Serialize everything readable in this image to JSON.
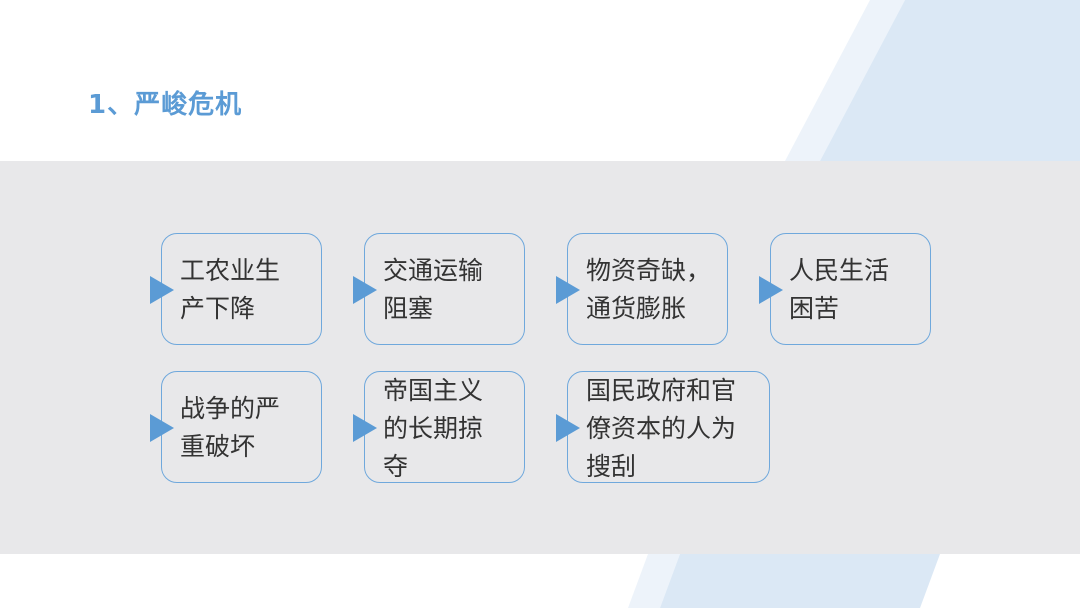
{
  "slide": {
    "title": "1、严峻危机"
  },
  "cards": [
    {
      "text": "工农业生\n产下降"
    },
    {
      "text": "交通运输\n阻塞"
    },
    {
      "text": "物资奇缺，\n通货膨胀"
    },
    {
      "text": "人民生活\n困苦"
    },
    {
      "text": "战争的严\n重破坏"
    },
    {
      "text": "帝国主义\n的长期掠\n夺"
    },
    {
      "text": "国民政府和官\n僚资本的人为\n搜刮"
    }
  ],
  "colors": {
    "accent": "#5b9bd5",
    "band": "#e8e8ea",
    "text": "#333333"
  }
}
